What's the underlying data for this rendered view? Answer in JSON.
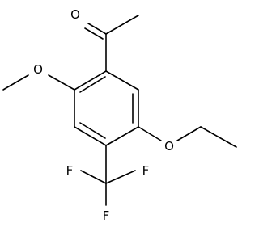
{
  "molecule": {
    "atoms": [
      {
        "id": "o_carbonyl",
        "label": "O"
      },
      {
        "id": "o_methoxy",
        "label": "O"
      },
      {
        "id": "o_ethoxy",
        "label": "O"
      },
      {
        "id": "f_left",
        "label": "F"
      },
      {
        "id": "f_right",
        "label": "F"
      },
      {
        "id": "f_bottom",
        "label": "F"
      }
    ]
  }
}
